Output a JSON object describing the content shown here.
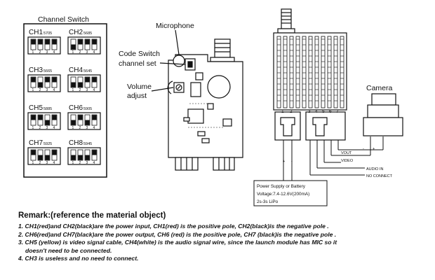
{
  "channel_switch": {
    "title": "Channel Switch",
    "dip_numbers": [
      "1",
      "2",
      "3",
      "4"
    ],
    "channels": [
      {
        "name": "CH1",
        "freq": "5705",
        "on": [
          1,
          1,
          1,
          1
        ]
      },
      {
        "name": "CH2",
        "freq": "5685",
        "on": [
          0,
          1,
          1,
          1
        ]
      },
      {
        "name": "CH3",
        "freq": "5665",
        "on": [
          1,
          0,
          1,
          1
        ]
      },
      {
        "name": "CH4",
        "freq": "5645",
        "on": [
          0,
          0,
          1,
          1
        ]
      },
      {
        "name": "CH5",
        "freq": "5885",
        "on": [
          1,
          1,
          0,
          1
        ]
      },
      {
        "name": "CH6",
        "freq": "5905",
        "on": [
          0,
          1,
          0,
          1
        ]
      },
      {
        "name": "CH7",
        "freq": "5925",
        "on": [
          1,
          0,
          0,
          1
        ]
      },
      {
        "name": "CH8",
        "freq": "5945",
        "on": [
          0,
          0,
          0,
          1
        ]
      }
    ]
  },
  "module": {
    "microphone_label": "Microphone",
    "code_switch_line1": "Code Switch",
    "code_switch_line2": "channel set",
    "volume_line1": "Volume",
    "volume_line2": "adjust"
  },
  "wiring": {
    "pin_numbers": [
      "1",
      "2",
      "3",
      "4",
      "5",
      "6",
      "7"
    ],
    "camera_label": "Camera",
    "vout_label": "VOUT",
    "video_label": "VIDEO",
    "audio_in_label": "AUDIO IN",
    "no_connect_label": "NO CONNECT",
    "plus_sign": "+",
    "minus_sign": "-",
    "supply_line1": "Power Supply or Battery",
    "supply_line2": "Voltage:7.4-12.6V(200mA)",
    "supply_line3": "2s-3s LiPo"
  },
  "remarks": {
    "title": "Remark:(reference the material object)",
    "items": [
      "1. CH1(red)and CH2(black)are the power input, CH1(red) is the positive pole, CH2(black)is the negative pole .",
      "2. CH6(red)and CH7(black)are the power output, CH6 (red) is the positive pole, CH7 (black)is the negative pole .",
      "3. CH5 (yellow) is video signal cable, CH4(white) is the audio signal wire, since the launch module has MIC so it",
      "doesn't need to be connected.",
      "4. CH3 is useless and no need to connect."
    ]
  }
}
